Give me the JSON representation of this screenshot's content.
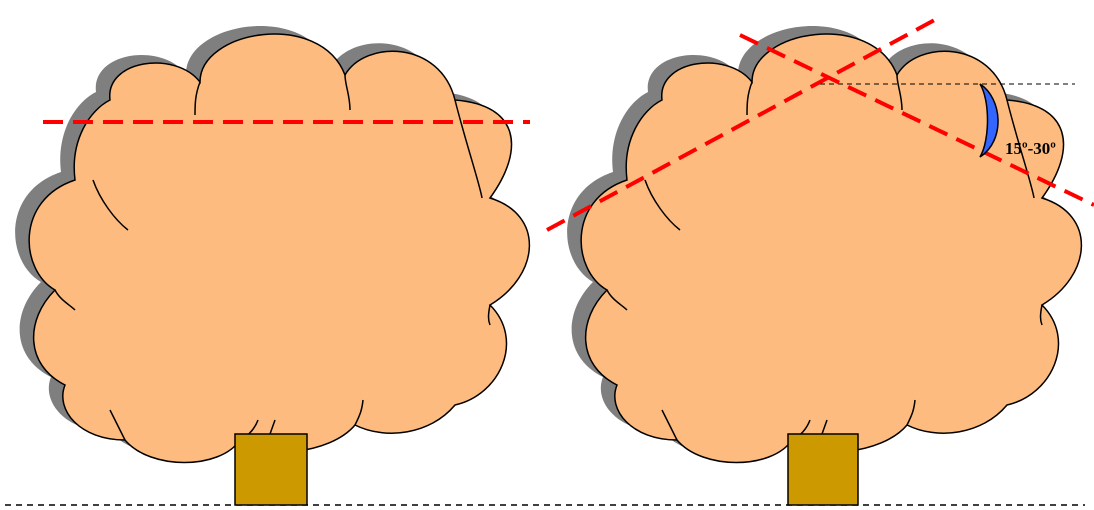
{
  "diagram": {
    "angle_label": "15º-30º",
    "panels": [
      {
        "name": "tree-left",
        "cuts": "horizontal"
      },
      {
        "name": "tree-right",
        "cuts": "inclined"
      }
    ]
  },
  "colors": {
    "crown_fill": "#FDBB7F",
    "crown_shadow": "#7F7F7F",
    "outline": "#000000",
    "trunk_fill": "#CC9900",
    "cut_line": "#FF0000",
    "angle_marker": "#3366FF",
    "ground_line": "#000000"
  }
}
